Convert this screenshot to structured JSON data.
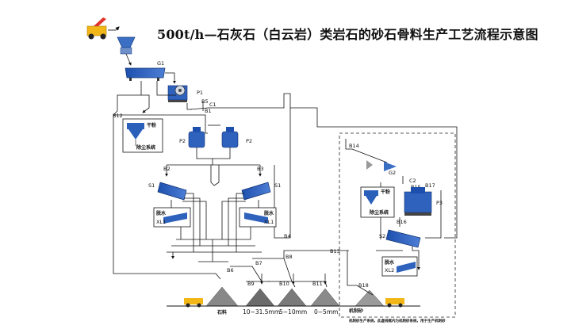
{
  "title": "500t/h—石灰石（白云岩）类岩石的砂石骨料生产工艺流程示意图",
  "equipment": {
    "g1": "G1",
    "p1": "P1",
    "p2_left": "P2",
    "p2_right": "P2",
    "s1_left": "S1",
    "s1_right": "S1",
    "xl1_left": "XL1",
    "xl1_right": "XL1",
    "g2": "G2",
    "p3": "P3",
    "s2": "S2",
    "xl2": "XL2",
    "xl_tag": "脱水",
    "dust_tag": "干粉",
    "dust_sub": "除尘系统"
  },
  "belts": {
    "b1": "B1",
    "b2": "B2",
    "b3": "B3",
    "b4": "B4",
    "b5": "B5",
    "b6": "B6",
    "b7": "B7",
    "b8": "B8",
    "b9": "B9",
    "b10": "B10",
    "b11": "B11",
    "b12": "B12",
    "b13": "B13",
    "b14": "B14",
    "b15": "B15",
    "b16": "B16",
    "b17": "B17",
    "b18": "B18",
    "c1": "C1",
    "c2": "C2"
  },
  "products": {
    "p_a": "石料",
    "p_b": "10~31.5mm",
    "p_c": "5~10mm",
    "p_d": "0~5mm",
    "p_e": "机制砂"
  },
  "note": {
    "line1": "机制砂生产系统，此虚线框内为机制砂系统，用于生产机制砂"
  }
}
